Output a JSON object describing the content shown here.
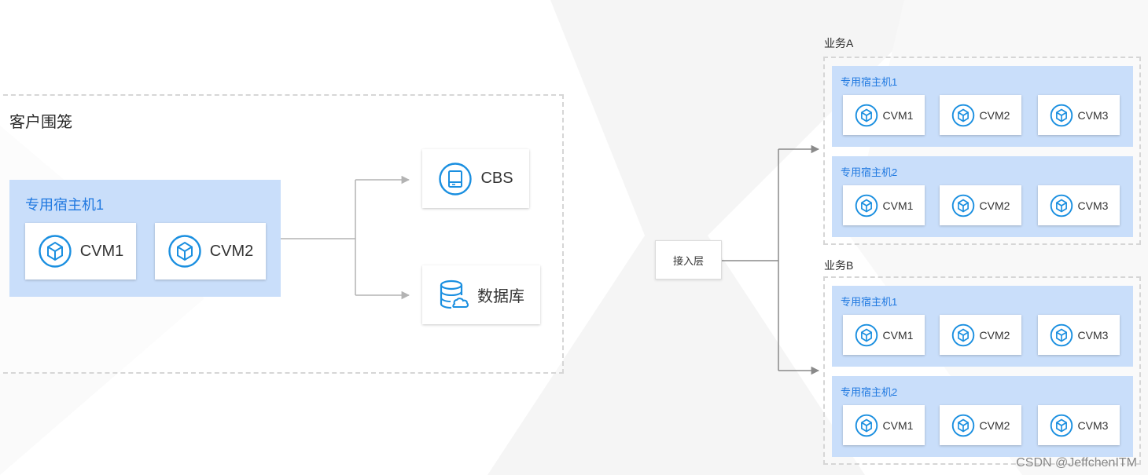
{
  "left": {
    "enclosure_title": "客户围笼",
    "host": {
      "title": "专用宿主机1",
      "vms": [
        "CVM1",
        "CVM2"
      ]
    },
    "services": [
      {
        "label": "CBS",
        "icon": "cbs-disk-icon"
      },
      {
        "label": "数据库",
        "icon": "database-icon"
      }
    ]
  },
  "right": {
    "gateway": "接入层",
    "businesses": [
      {
        "title": "业务A",
        "hosts": [
          {
            "title": "专用宿主机1",
            "vms": [
              "CVM1",
              "CVM2",
              "CVM3"
            ]
          },
          {
            "title": "专用宿主机2",
            "vms": [
              "CVM1",
              "CVM2",
              "CVM3"
            ]
          }
        ]
      },
      {
        "title": "业务B",
        "hosts": [
          {
            "title": "专用宿主机1",
            "vms": [
              "CVM1",
              "CVM2",
              "CVM3"
            ]
          },
          {
            "title": "专用宿主机2",
            "vms": [
              "CVM1",
              "CVM2",
              "CVM3"
            ]
          }
        ]
      }
    ]
  },
  "watermark": "CSDN @JeffchenITM",
  "colors": {
    "accent": "#1f78e0",
    "host_fill": "#c9defa",
    "icon": "#1a8fe0",
    "dashed_border": "#d6d6d6",
    "connector": "#8a8a8a"
  }
}
